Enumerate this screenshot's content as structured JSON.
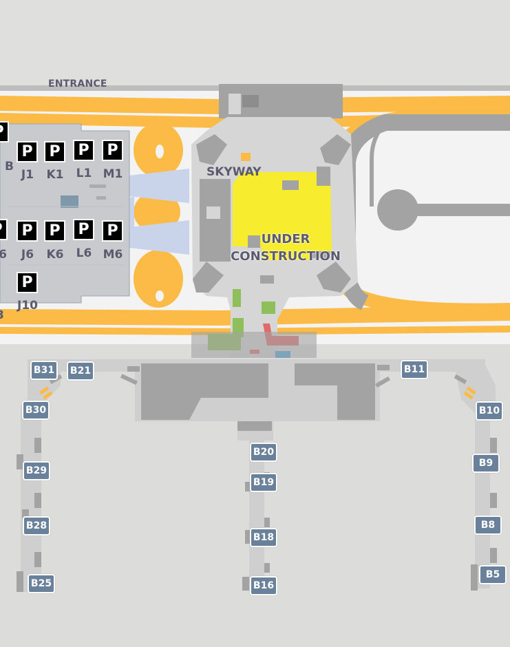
{
  "labels": {
    "entrance": "ENTRANCE",
    "skyway": "SKYWAY",
    "under_construction": "UNDER\nCONSTRUCTION"
  },
  "parking": {
    "icon_glyph": "P",
    "lots": [
      "J1",
      "K1",
      "L1",
      "M1",
      "J6",
      "K6",
      "L6",
      "M6",
      "J10"
    ],
    "partial_edge_labels": [
      "B",
      "6",
      "3"
    ]
  },
  "gates": [
    "B31",
    "B21",
    "B11",
    "B30",
    "B10",
    "B20",
    "B19",
    "B9",
    "B29",
    "B18",
    "B28",
    "B8",
    "B25",
    "B16",
    "B5"
  ],
  "colors": {
    "background": "#dfdfdd",
    "road": "#fbbb46",
    "building": "#a3a3a3",
    "terminal_floor": "#d6d6d6",
    "construction": "#f7ec2d",
    "parking_lot": "#c8cace",
    "gate_badge": "#6a819b",
    "green_area": "#8fbf5a",
    "red_area": "#e06a6a",
    "blue_area": "#4aa3df",
    "skyway_blue": "#c9d4ea"
  }
}
